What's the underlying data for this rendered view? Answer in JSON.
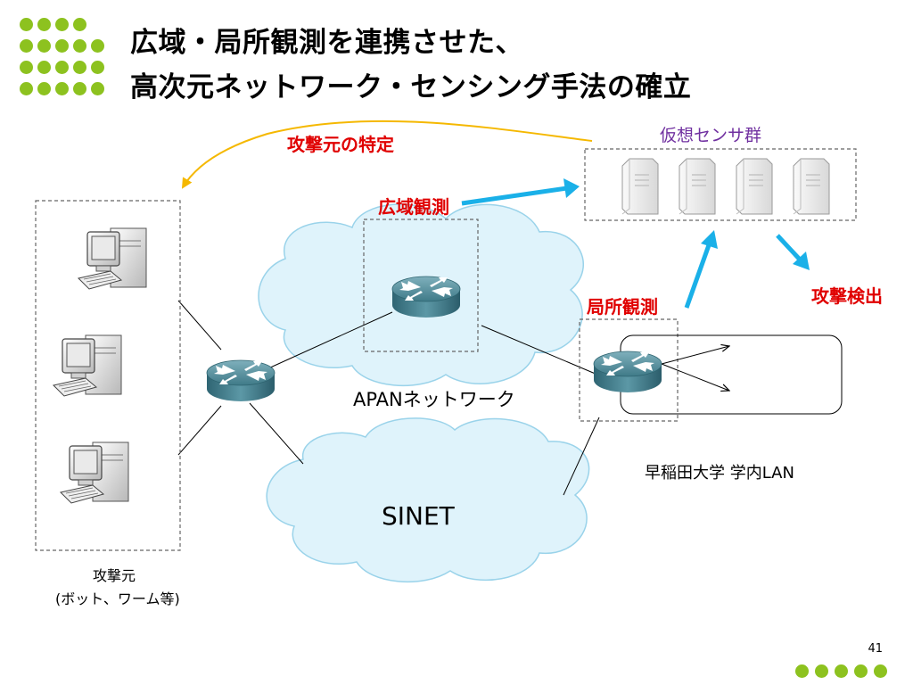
{
  "title": {
    "line1": "広域・局所観測を連携させた、",
    "line2": "高次元ネットワーク・センシング手法の確立"
  },
  "labels": {
    "attack_source_identify": "攻撃元の特定",
    "virtual_sensors": "仮想センサ群",
    "wide_area_observation": "広域観測",
    "local_observation": "局所観測",
    "attack_detection": "攻撃検出",
    "apan_network": "APANネットワーク",
    "sinet": "SINET",
    "waseda_lan": "早稲田大学 学内LAN",
    "attackers_line1": "攻撃元",
    "attackers_line2": "(ボット、ワーム等)"
  },
  "page_number": "41",
  "colors": {
    "dot_green": "#8dc21f",
    "label_red": "#e00000",
    "virtual_sensor_purple": "#7030a0",
    "arrow_blue": "#1ab0e8",
    "arrow_orange": "#f5b800",
    "cloud_fill": "#dff3fb"
  }
}
